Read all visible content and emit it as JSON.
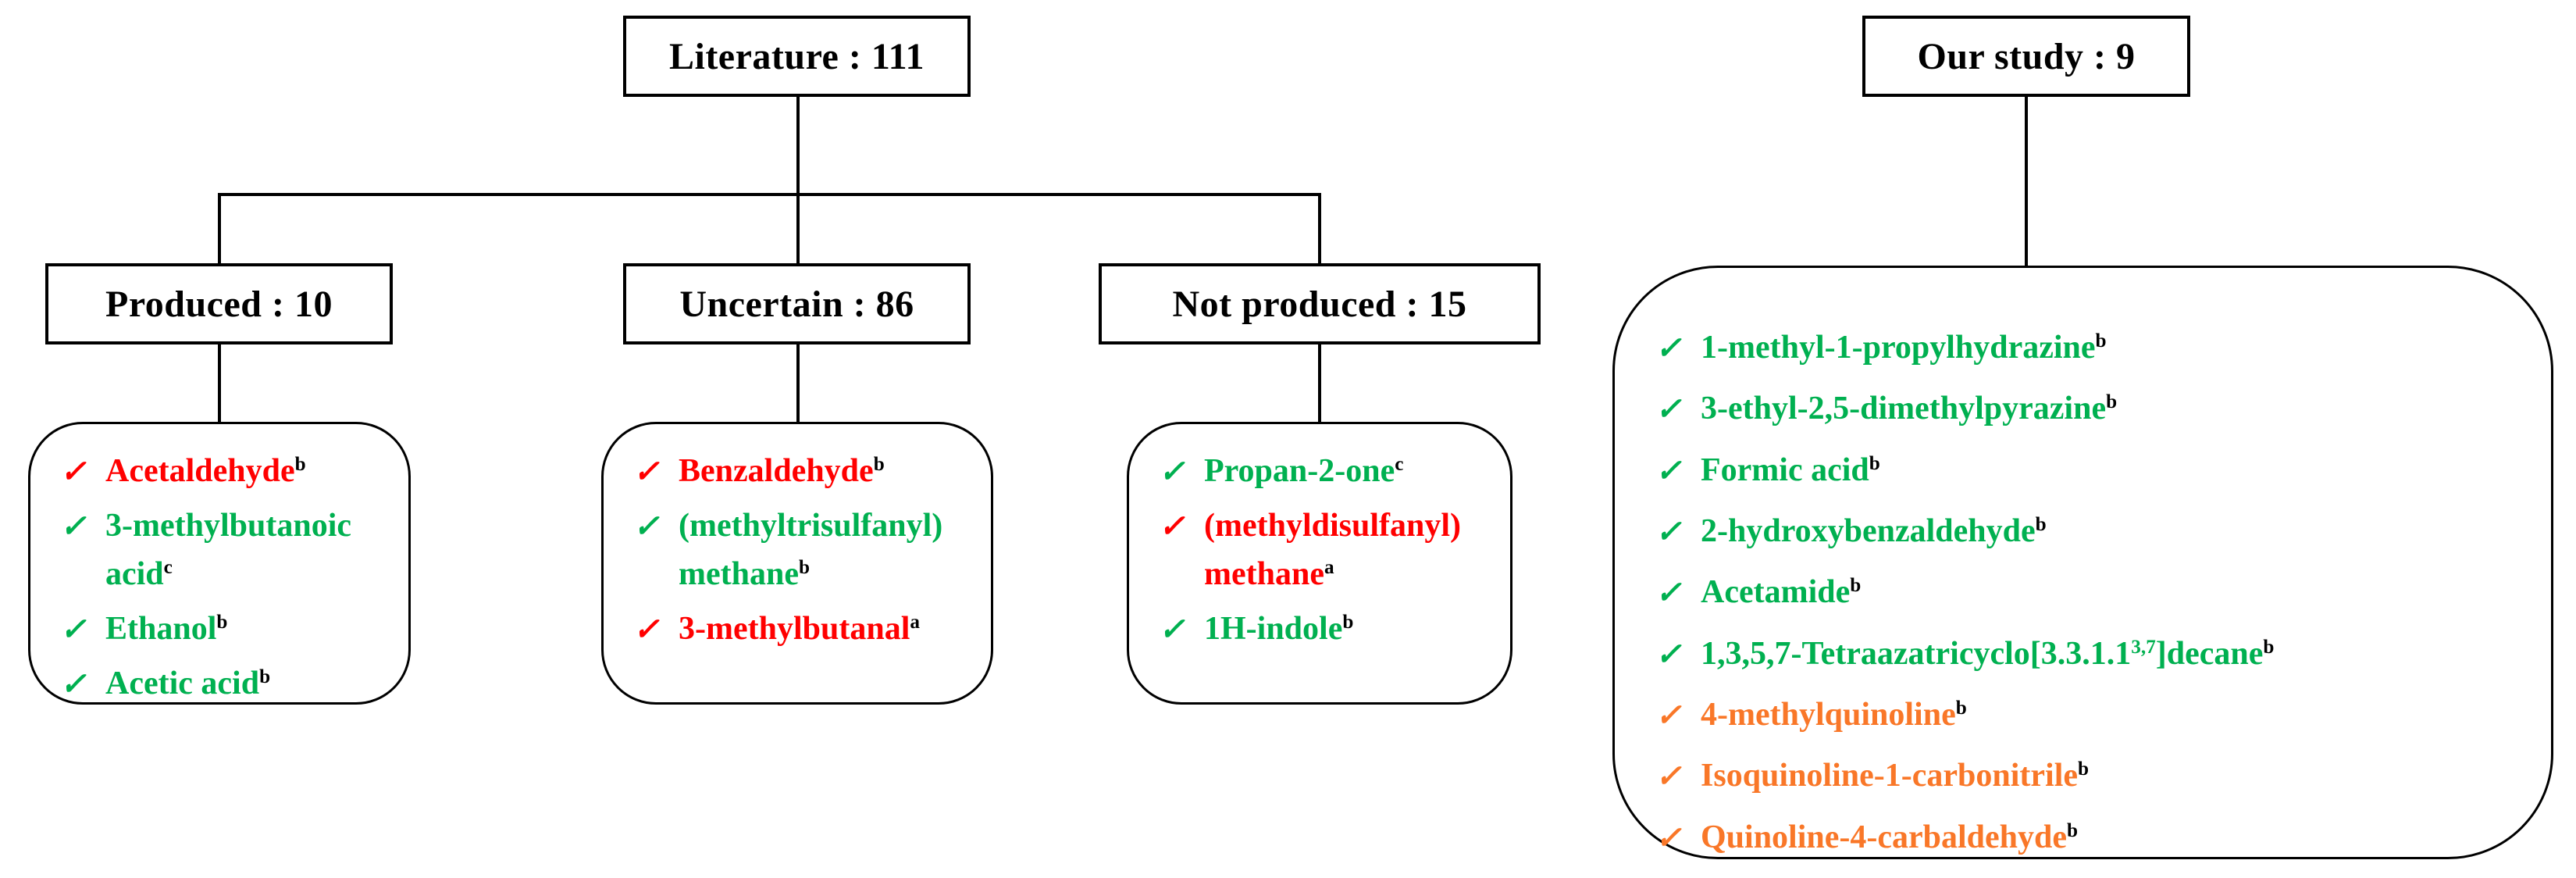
{
  "diagram": {
    "title_nodes": {
      "literature": "Literature : 111",
      "our_study": "Our study : 9",
      "produced": "Produced : 10",
      "uncertain": "Uncertain : 86",
      "not_produced": "Not produced : 15"
    },
    "colors": {
      "green": "#00B050",
      "red": "#FF0000",
      "orange": "#F97728",
      "black": "#000000"
    },
    "check_glyph": "✓",
    "lists": {
      "produced": [
        {
          "color": "red",
          "parts": [
            {
              "t": "Acetaldehyde"
            }
          ],
          "marker": "b"
        },
        {
          "color": "green",
          "parts": [
            {
              "t": "3-methylbutanoic acid"
            }
          ],
          "marker": "c"
        },
        {
          "color": "green",
          "parts": [
            {
              "t": "Ethanol"
            }
          ],
          "marker": "b"
        },
        {
          "color": "green",
          "parts": [
            {
              "t": "Acetic acid"
            }
          ],
          "marker": "b"
        }
      ],
      "uncertain": [
        {
          "color": "red",
          "parts": [
            {
              "t": "Benzaldehyde"
            }
          ],
          "marker": "b"
        },
        {
          "color": "green",
          "parts": [
            {
              "t": "(methyltrisulfanyl) methane"
            }
          ],
          "marker": "b"
        },
        {
          "color": "red",
          "parts": [
            {
              "t": "3-methylbutanal"
            }
          ],
          "marker": "a"
        }
      ],
      "not_produced": [
        {
          "color": "green",
          "parts": [
            {
              "t": "Propan-2-one"
            }
          ],
          "marker": "c"
        },
        {
          "color": "red",
          "parts": [
            {
              "t": "(methyldisulfanyl) methane"
            }
          ],
          "marker": "a"
        },
        {
          "color": "green",
          "parts": [
            {
              "t": "1H-indole"
            }
          ],
          "marker": "b"
        }
      ],
      "our_study": [
        {
          "color": "green",
          "parts": [
            {
              "t": "1-methyl-1-propylhydrazine"
            }
          ],
          "marker": "b"
        },
        {
          "color": "green",
          "parts": [
            {
              "t": "3-ethyl-2,5-dimethylpyrazine"
            }
          ],
          "marker": "b"
        },
        {
          "color": "green",
          "parts": [
            {
              "t": "Formic acid"
            }
          ],
          "marker": "b"
        },
        {
          "color": "green",
          "parts": [
            {
              "t": "2-hydroxybenzaldehyde"
            }
          ],
          "marker": "b"
        },
        {
          "color": "green",
          "parts": [
            {
              "t": "Acetamide"
            }
          ],
          "marker": "b"
        },
        {
          "color": "green",
          "parts": [
            {
              "t": "1,3,5,7-Tetraazatricyclo[3.3.1.1"
            },
            {
              "t": "3,7",
              "sup": true
            },
            {
              "t": "]decane"
            }
          ],
          "marker": "b"
        },
        {
          "color": "orange",
          "parts": [
            {
              "t": "4-methylquinoline"
            }
          ],
          "marker": "b"
        },
        {
          "color": "orange",
          "parts": [
            {
              "t": "Isoquinoline-1-carbonitrile"
            }
          ],
          "marker": "b"
        },
        {
          "color": "orange",
          "parts": [
            {
              "t": "Quinoline-4-carbaldehyde"
            }
          ],
          "marker": "b"
        }
      ]
    }
  }
}
